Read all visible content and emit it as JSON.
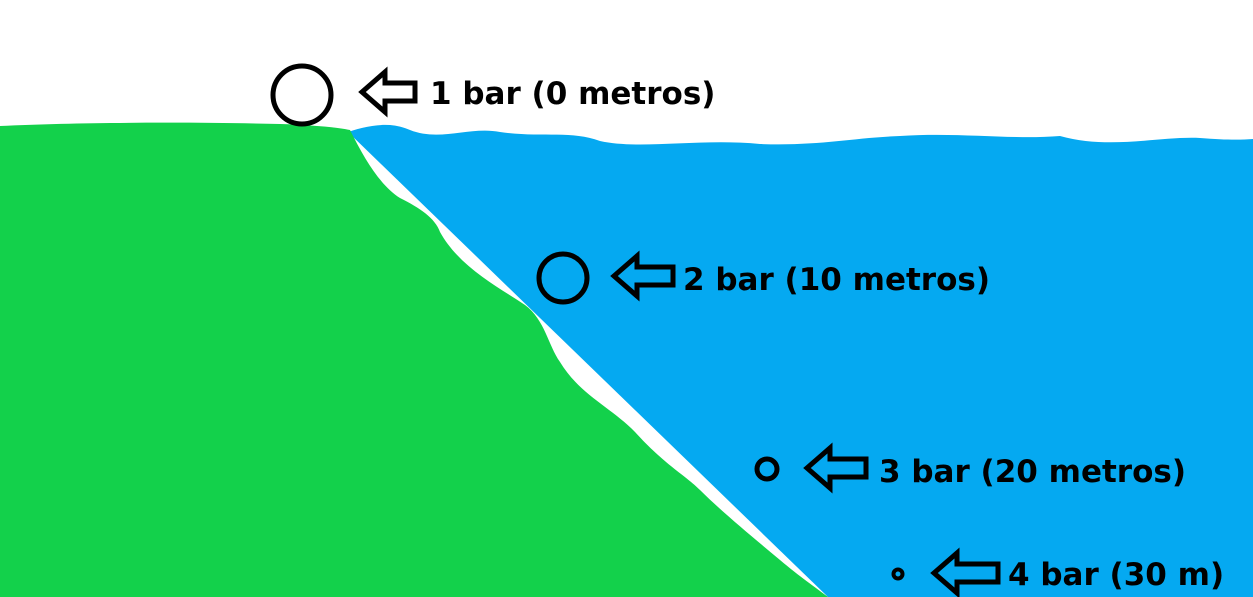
{
  "colors": {
    "background": "#ffffff",
    "land": "#13d14b",
    "water": "#05a9f1",
    "outline": "#000000"
  },
  "markers": [
    {
      "label": "1 bar (0 metros)",
      "icon": "left-arrow-icon",
      "bubble": "large-bubble"
    },
    {
      "label": "2 bar (10 metros)",
      "icon": "left-arrow-icon",
      "bubble": "medium-bubble"
    },
    {
      "label": "3 bar (20 metros)",
      "icon": "left-arrow-icon",
      "bubble": "small-bubble"
    },
    {
      "label": "4 bar (30 m)",
      "icon": "left-arrow-icon",
      "bubble": "tiny-bubble"
    }
  ]
}
